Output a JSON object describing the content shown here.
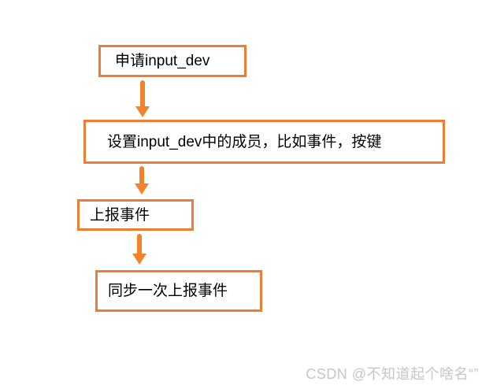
{
  "colors": {
    "box_border": "#ED7D31",
    "arrow": "#F2832B",
    "text": "#000000",
    "watermark": "#C9C9C9",
    "background": "#FFFFFF"
  },
  "flowchart": {
    "nodes": [
      {
        "id": "node-1",
        "label": "申请input_dev"
      },
      {
        "id": "node-2",
        "label": "设置input_dev中的成员，比如事件，按键"
      },
      {
        "id": "node-3",
        "label": "上报事件"
      },
      {
        "id": "node-4",
        "label": "同步一次上报事件"
      }
    ],
    "connections": [
      {
        "from": "node-1",
        "to": "node-2",
        "type": "arrow-down"
      },
      {
        "from": "node-2",
        "to": "node-3",
        "type": "arrow-down"
      },
      {
        "from": "node-3",
        "to": "node-4",
        "type": "arrow-down"
      }
    ]
  },
  "watermark": {
    "text": "CSDN @不知道起个啥名“”"
  }
}
